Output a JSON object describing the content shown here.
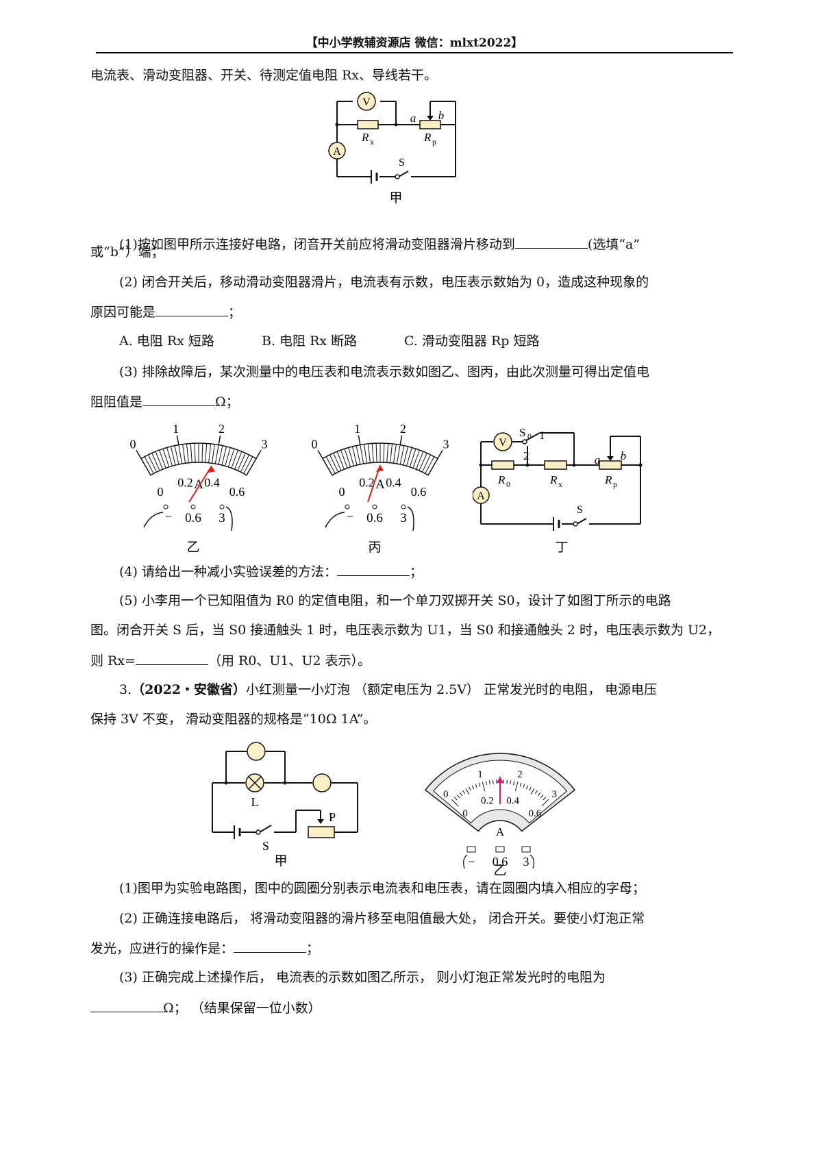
{
  "header": "【中小学教辅资源店 微信：mlxt2022】",
  "intro_line": "电流表、滑动变阻器、开关、待测定值电阻 Rx、导线若干。",
  "fig_jia_caption": "甲",
  "fig_labels": {
    "a": "a",
    "b": "b",
    "Rx": "R",
    "Rx_sub": "x",
    "Rp": "R",
    "Rp_sub": "p",
    "R0": "R",
    "R0_sub": "0",
    "S": "S",
    "S0": "S",
    "S0_sub": "0",
    "V": "V",
    "A": "A",
    "one": "1",
    "two": "2",
    "L": "L",
    "P": "P"
  },
  "q1": {
    "text_a": "(1)按如图甲所示连接好电路，闭音开关前应将滑动变阻器滑片移动到",
    "text_b": "(选填“a”",
    "text_c": "或“b”）端；"
  },
  "q2": {
    "text_a": "(2) 闭合开关后，移动滑动变阻器滑片，电流表有示数，电压表示数始为 0，造成这种现象的",
    "text_b": "原因可能是",
    "text_c": "；"
  },
  "options": {
    "A": "A. 电阻 Rx 短路",
    "B": "B. 电阻 Rx 断路",
    "C": "C. 滑动变阻器 Rp 短路"
  },
  "q3": {
    "text_a": "(3) 排除故障后，某次测量中的电压表和电流表示数如图乙、图丙，由此次测量可得出定值电",
    "text_b": "阻阻值是",
    "text_c": "Ω；"
  },
  "meter_scale": {
    "top": [
      "0",
      "1",
      "2",
      "3"
    ],
    "bottom": [
      "0",
      "0.2",
      "0.4",
      "0.6"
    ],
    "terminals": [
      "−",
      "0.6",
      "3"
    ],
    "unit": "A"
  },
  "meters": [
    {
      "caption": "乙",
      "reading_top_scale": 1.9
    },
    {
      "caption": "丙",
      "reading_top_scale": 1.5
    }
  ],
  "fig_ding_caption": "丁",
  "q4": {
    "text_a": "(4) 请给出一种减小实验误差的方法：",
    "text_c": "；"
  },
  "q5": {
    "line1": "(5) 小李用一个已知阻值为 R0 的定值电阻，和一个单刀双掷开关 S0，设计了如图丁所示的电路",
    "line2": "图。闭合开关 S 后，当 S0 接通触头 1 时，电压表示数为 U1，当 S0 和接通触头 2 时，电压表示数为 U2，",
    "line3_a": "则 Rx=",
    "line3_b": "（用 R0、U1、U2 表示）。"
  },
  "p3": {
    "num": "3.",
    "source": "（2022・安徽省）",
    "line1": "小红测量一小灯泡 （额定电压为 2.5V） 正常发光时的电阻， 电源电压",
    "line2": "保持 3V 不变， 滑动变阻器的规格是“10Ω 1A”。"
  },
  "fig3_jia_caption": "甲",
  "fig3_yi_caption": "乙",
  "meter3": {
    "top": [
      "0",
      "1",
      "2",
      "3"
    ],
    "bottom": [
      "0",
      "0.2",
      "0.4",
      "0.6"
    ],
    "terminals": [
      "−",
      "0.6",
      "3"
    ],
    "unit": "A",
    "reading_bottom_scale": 0.3
  },
  "p3q1": "(1)图甲为实验电路图，图中的圆圈分别表示电流表和电压表，请在圆圈内填入相应的字母；",
  "p3q2": {
    "line1": "(2) 正确连接电路后， 将滑动变阻器的滑片移至电阻值最大处， 闭合开关。要使小灯泡正常",
    "line2": "发光，应进行的操作是：",
    "tail": "；"
  },
  "p3q3": {
    "line1": "(3) 正确完成上述操作后， 电流表的示数如图乙所示， 则小灯泡正常发光时的电阻为",
    "tail": "Ω；  （结果保留一位小数）"
  },
  "colors": {
    "meter_face": "#fcefc8",
    "needle_red": "#e0221e",
    "needle_pink": "#d01a6e",
    "ink": "#111111"
  }
}
